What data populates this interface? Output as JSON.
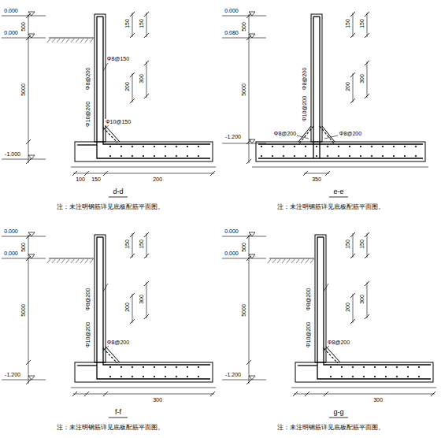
{
  "diagram": {
    "labels": [
      "0.000",
      "0.000",
      "500",
      "5000",
      "-1.000",
      "150",
      "150",
      "200",
      "300",
      "Φ8@200",
      "Φ10@200",
      "Φ8@150",
      "Φ10@150",
      "100",
      "150",
      "200",
      "d-d",
      "注：未注明钢筋详见底板配筋平面图。",
      "0.000",
      "0.080",
      "500",
      "5000",
      "-1.200",
      "150",
      "150",
      "200",
      "300",
      "Φ8@200",
      "Φ10@200",
      "Φ8@200",
      "Φ8@200",
      "350",
      "e-e",
      "注：未注明钢筋详见底板配筋平面图。",
      "0.000",
      "0.000",
      "500",
      "5000",
      "-1.200",
      "150",
      "150",
      "200",
      "300",
      "Φ8@200",
      "Φ10@200",
      "Φ8@200",
      "300",
      "f-f",
      "注：未注明钢筋详见底板配筋平面图。",
      "0.000",
      "0.000",
      "500",
      "5000",
      "-1.200",
      "150",
      "150",
      "200",
      "300",
      "Φ8@200",
      "Φ10@200",
      "Φ8@200",
      "300",
      "g-g",
      "注：未注明钢筋详见底板配筋平面图。"
    ]
  }
}
